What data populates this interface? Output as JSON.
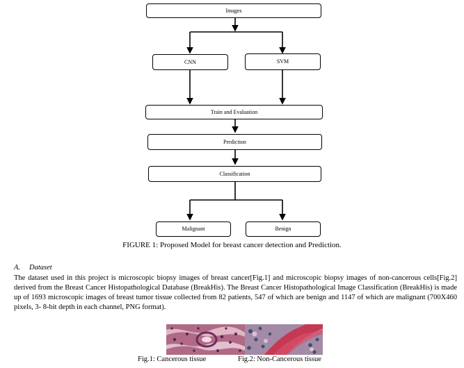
{
  "diagram": {
    "nodes": {
      "images": "Images",
      "cnn": "CNN",
      "svm": "SVM",
      "train_eval": "Train and Evaluation",
      "prediction": "Prediction",
      "classification": "Classification",
      "malignant": "Malignant",
      "benign": "Benign"
    },
    "caption": "FIGURE 1: Proposed Model for breast cancer detection and Prediction."
  },
  "section": {
    "number": "A.",
    "title": "Dataset",
    "paragraph": "The dataset used in this project is microscopic biopsy images of breast cancer[Fig.1] and microscopic biopsy images of non-cancerous cells[Fig.2] derived from the Breast Cancer Histopathological Database (BreakHis). The Breast Cancer Histopathological Image Classification (BreakHis) is made up of 1693 microscopic images of breast tumor tissue collected from 82 patients, 547 of which are benign and 1147 of which are malignant (700X460 pixels, 3-  8-bit depth in each channel, PNG format)."
  },
  "figures": {
    "fig1_caption": "Fig.1: Cancerous tissue",
    "fig2_caption": "Fig.2: Non-Cancerous tissue",
    "colors": {
      "fig1_base": "#b06a86",
      "fig2_base": "#a38aa6",
      "fig2_accent": "#c9304a"
    }
  }
}
